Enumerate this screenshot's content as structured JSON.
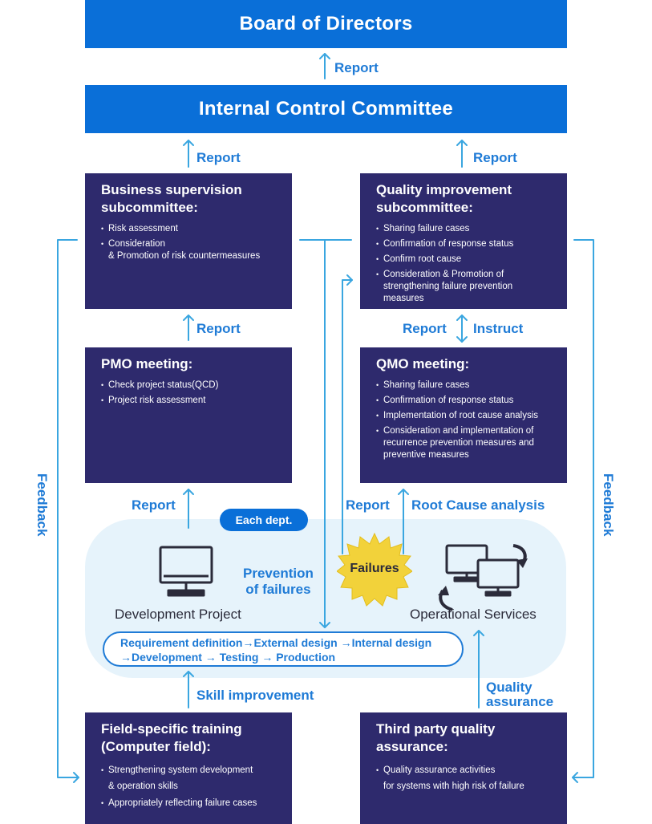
{
  "board": {
    "title": "Board of Directors"
  },
  "committee": {
    "title": "Internal Control Committee"
  },
  "business": {
    "title": "Business supervision subcommittee:",
    "items": [
      "Risk assessment",
      "Consideration\n& Promotion of risk countermeasures"
    ]
  },
  "quality": {
    "title": "Quality improvement subcommittee:",
    "items": [
      "Sharing failure cases",
      "Confirmation of response status",
      "Confirm root cause",
      "Consideration & Promotion of strengthening failure prevention measures"
    ]
  },
  "pmo": {
    "title": "PMO meeting:",
    "items": [
      "Check project status(QCD)",
      "Project risk assessment"
    ]
  },
  "qmo": {
    "title": "QMO meeting:",
    "items": [
      "Sharing failure cases",
      "Confirmation of response status",
      "Implementation of root cause analysis",
      "Consideration and implementation of recurrence prevention measures and preventive measures"
    ]
  },
  "training": {
    "title": "Field-specific training (Computer field):",
    "items": [
      "Strengthening system development\n& operation skills",
      "Appropriately reflecting failure cases"
    ]
  },
  "third": {
    "title": "Third party quality assurance:",
    "items": [
      "Quality assurance activities\nfor systems with high risk of failure"
    ]
  },
  "labels": {
    "report": "Report",
    "instruct": "Instruct",
    "feedback": "Feedback",
    "root_cause": "Root Cause analysis",
    "skill": "Skill improvement",
    "quality_assurance": "Quality\nassurance",
    "prevention": "Prevention\nof failures"
  },
  "dept": {
    "badge": "Each dept.",
    "dev_project": "Development Project",
    "operational": "Operational Services",
    "failures": "Failures",
    "process": "Requirement definition→External design →Internal design\n→Development → Testing → Production"
  },
  "colors": {
    "navy": "#2e2a6d",
    "blue": "#0a6fd8",
    "arrow": "#3aa6e0",
    "label": "#1f7bd6",
    "zone": "#e6f3fb",
    "burst": "#f2d23a"
  }
}
